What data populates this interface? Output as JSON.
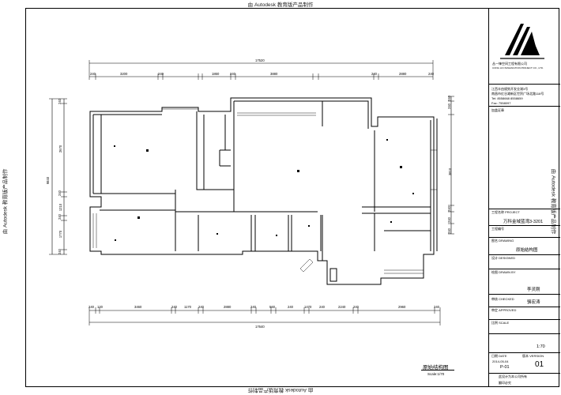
{
  "watermark": "由 Autodesk 教育版产品制作",
  "drawing": {
    "top_total": "17520",
    "top_dims": [
      "240",
      "3200",
      "240",
      "1860",
      "240",
      "3880",
      "240",
      "2880",
      "240"
    ],
    "bottom_total": "17640",
    "bottom_dims": [
      "240",
      "120",
      "3460",
      "240",
      "1170",
      "240",
      "2880",
      "240",
      "560",
      "240",
      "1470",
      "240",
      "2240",
      "240",
      "2960",
      "240"
    ],
    "left_total": "9840",
    "left_dims": [
      "240",
      "2670",
      "240",
      "1210",
      "240",
      "1770",
      "240"
    ],
    "right_dims": [
      "240",
      "240",
      "3810",
      "240",
      "240",
      "240"
    ],
    "caption": "原始结构图",
    "scale": "Scale:1/70"
  },
  "title_block": {
    "company_cn": "丛一锋空间工程有限公司",
    "company_en": "CONG LIN XIZHANGTION PROJECT CO., LTD.",
    "address1": "江西丰由规势开发业湖3号",
    "address2": "南昌市红谷滩新区世贸广场北路118号",
    "tel": "Tel: 8558668 8558659",
    "fax": "Fax: 7558097",
    "stamp_label": "加盖证章",
    "project_label": "工程名称 PROJECT",
    "project_name": "万科金域蓝湾3-3201",
    "number_label": "工程编号",
    "drawing_label": "图名 DRAWING",
    "drawing_name": "原始结构图",
    "design_label": "设计 DESIGNED",
    "drafter_label": "绘图 DRAWN BY",
    "designer": "李灵刚",
    "drafter": "骆宏涛",
    "check_label": "审核 CHECKED",
    "approve_label": "审定 APPROVED",
    "scale_label": "比例 SCALE",
    "scale_value": "1:70",
    "date_label": "日期 DATE",
    "version_label": "版本 VERSION",
    "date_value": "2014-05-04",
    "sheet_code": "P-01",
    "sheet_num": "01",
    "note1": "此设计为本公司所有",
    "note2": "翻印必究"
  }
}
